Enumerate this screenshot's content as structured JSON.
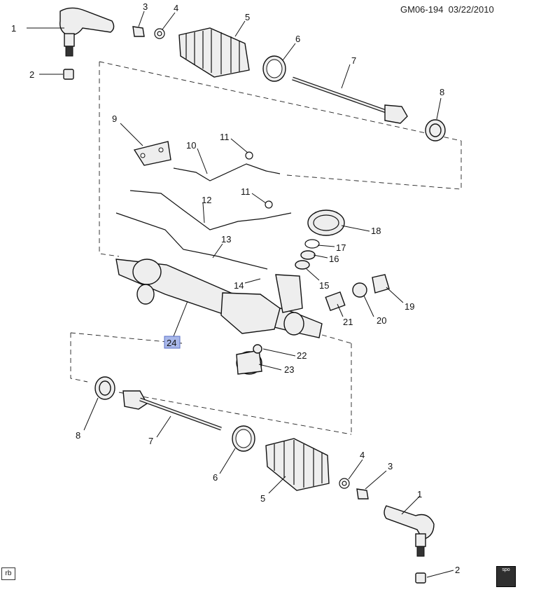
{
  "header": {
    "drawing_id": "GM06-194",
    "date": "03/22/2010"
  },
  "highlighted_callout": "24",
  "callouts": {
    "top_1": "1",
    "top_2": "2",
    "top_3": "3",
    "top_4": "4",
    "top_5": "5",
    "top_6": "6",
    "top_7": "7",
    "top_8": "8",
    "c9": "9",
    "c10": "10",
    "c11a": "11",
    "c11b": "11",
    "c12": "12",
    "c13": "13",
    "c14": "14",
    "c15": "15",
    "c16": "16",
    "c17": "17",
    "c18": "18",
    "c19": "19",
    "c20": "20",
    "c21": "21",
    "c22": "22",
    "c23": "23",
    "bot_8": "8",
    "bot_7": "7",
    "bot_6": "6",
    "bot_5": "5",
    "bot_4": "4",
    "bot_3": "3",
    "bot_1": "1",
    "bot_2": "2"
  },
  "footer": {
    "corner_tag": "rb",
    "badge_icon": "spo-icon",
    "badge_text": "spo"
  },
  "colors": {
    "highlight": "#a9b8ea",
    "line": "#111111"
  }
}
